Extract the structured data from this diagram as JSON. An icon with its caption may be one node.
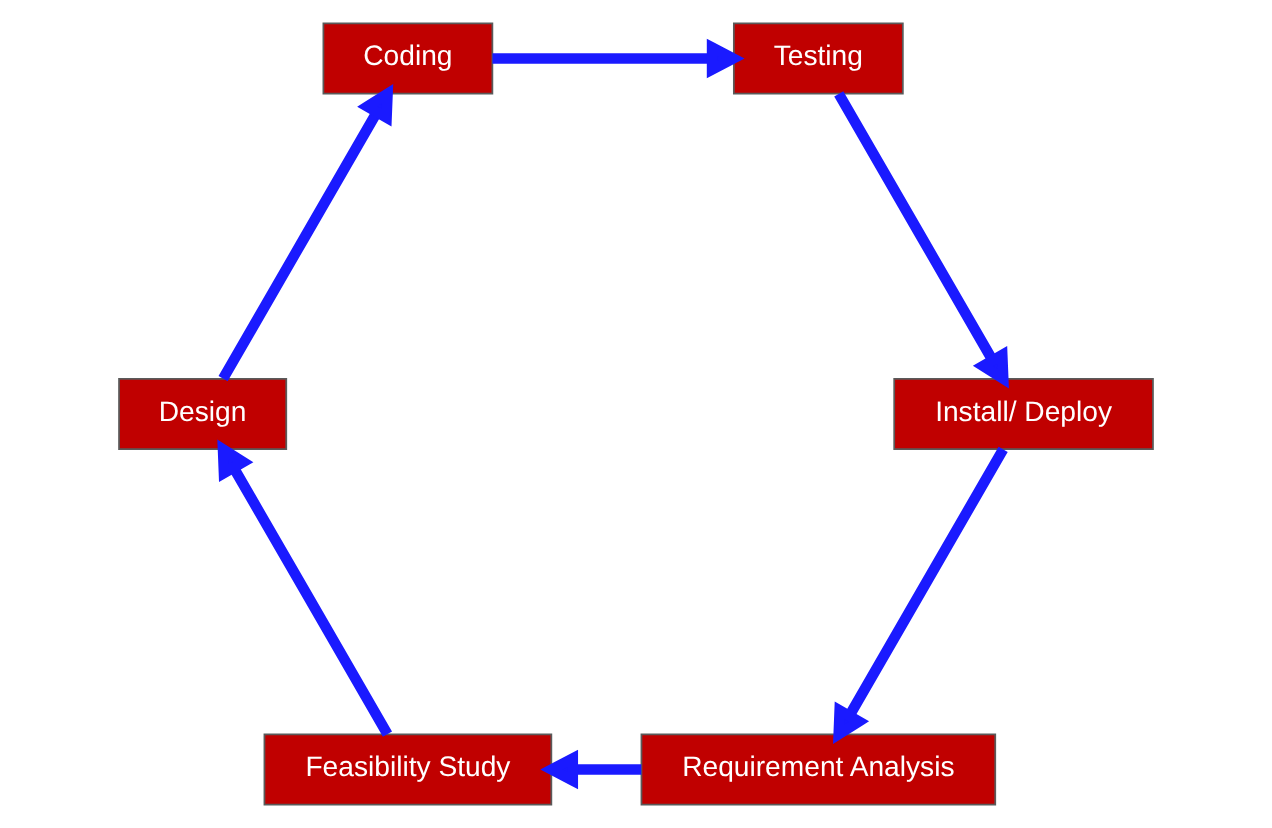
{
  "diagram": {
    "nodes": [
      {
        "text": [
          "Requirement Analysis"
        ]
      },
      {
        "text": [
          "Feasibility Study"
        ]
      },
      {
        "text": [
          "Design"
        ]
      },
      {
        "text": [
          "Coding"
        ]
      },
      {
        "text": [
          "Testing"
        ]
      },
      {
        "text": [
          "Install/ Deploy"
        ]
      }
    ],
    "edges": [
      {
        "from": 0,
        "to": 1,
        "arrow": "to"
      },
      {
        "from": 1,
        "to": 2,
        "arrow": "to"
      },
      {
        "from": 2,
        "to": 3,
        "arrow": "to"
      },
      {
        "from": 3,
        "to": 4,
        "arrow": "to"
      },
      {
        "from": 4,
        "to": 5,
        "arrow": "to"
      },
      {
        "from": 5,
        "to": 0,
        "arrow": "to"
      }
    ]
  }
}
